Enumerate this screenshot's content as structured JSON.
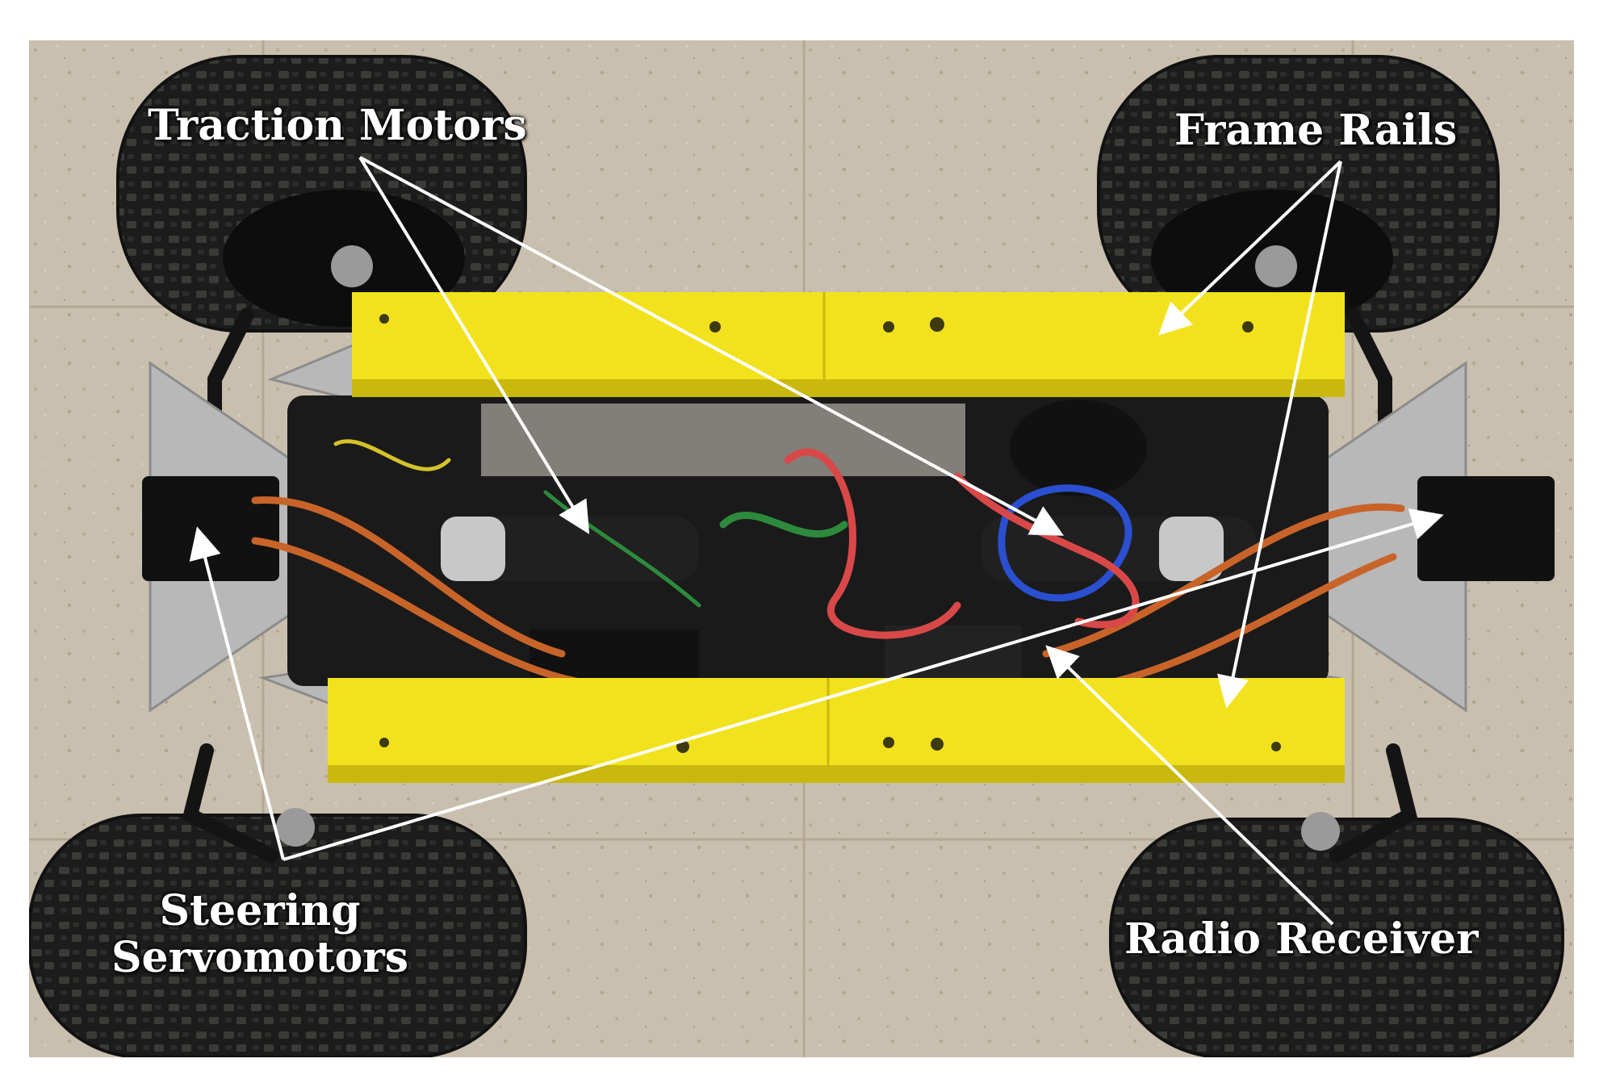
{
  "labels": {
    "traction_motors": "Traction Motors",
    "frame_rails": "Frame Rails",
    "steering_line1": "Steering",
    "steering_line2": "Servomotors",
    "radio_receiver": "Radio Receiver"
  },
  "colors": {
    "floor": "#c9bfae",
    "floor_line": "#b2a893",
    "tire": "#1c1c1c",
    "tire_tread": "#3a3a36",
    "rail_yellow": "#f2e21e",
    "rail_shadow": "#c9b80e",
    "chassis": "#141414",
    "aluminum": "#b8b8b8",
    "arrow": "#ffffff",
    "wire_red": "#d94848",
    "wire_orange": "#c8642a",
    "wire_blue": "#2a4fcf",
    "wire_green": "#2d8a3c"
  }
}
